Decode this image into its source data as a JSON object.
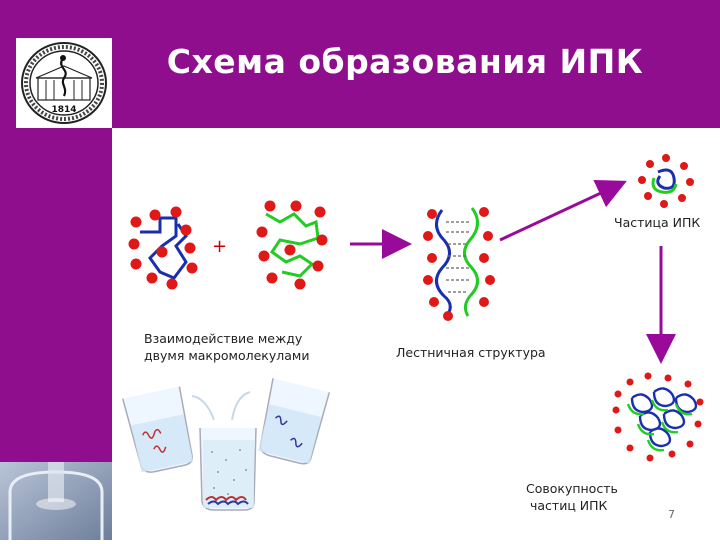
{
  "slide": {
    "title": "Схема образования ИПК",
    "page_number": "7"
  },
  "logo": {
    "year": "1814"
  },
  "diagram": {
    "plus_sign": "+",
    "label_interaction": [
      "Взаимодействие между",
      "двумя макромолекулами"
    ],
    "label_ladder": "Лестничная структура",
    "label_particle": "Частица ИПК",
    "label_aggregate": [
      "Совокупность",
      "частиц ИПК"
    ]
  },
  "colors": {
    "header": "#8e0e8e",
    "polymer_blue": "#1a2fb0",
    "polymer_green": "#22cc22",
    "counterion_red": "#e01818",
    "arrow": "#9a0a9a"
  }
}
